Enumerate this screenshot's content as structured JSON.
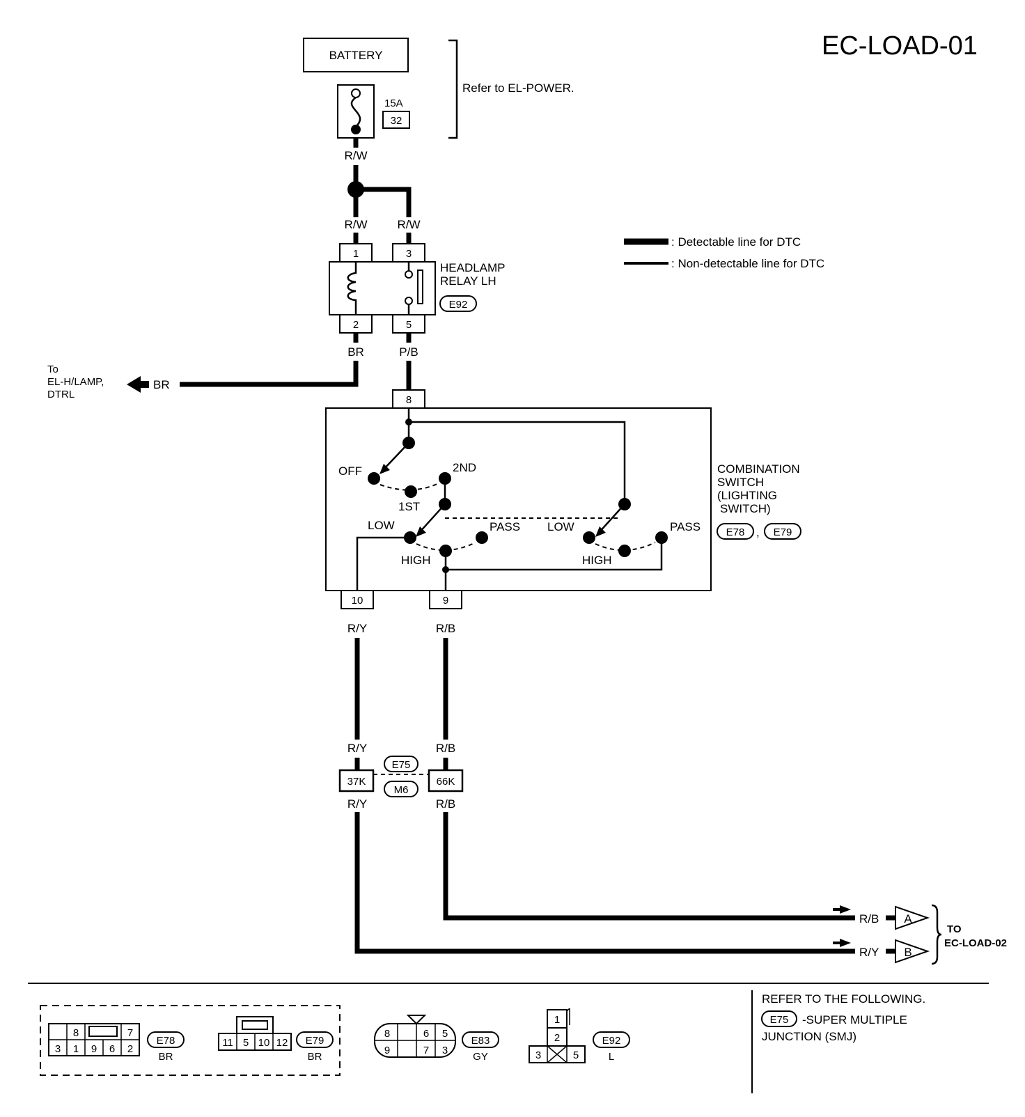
{
  "title": "EC-LOAD-01",
  "battery": {
    "label": "BATTERY",
    "fuse_rating": "15A",
    "fuse_number": "32",
    "refer_note": "Refer to EL-POWER."
  },
  "legend": {
    "detectable": ": Detectable line for DTC",
    "non_detectable": ": Non-detectable line for DTC"
  },
  "wires": {
    "rw": "R/W",
    "br": "BR",
    "pb": "P/B",
    "ry": "R/Y",
    "rb": "R/B"
  },
  "relay": {
    "name_line1": "HEADLAMP",
    "name_line2": "RELAY LH",
    "connector": "E92",
    "pins": [
      "1",
      "3",
      "2",
      "5"
    ]
  },
  "external": {
    "to_line1": "To",
    "to_line2": "EL-H/LAMP,",
    "to_line3": "DTRL"
  },
  "switch": {
    "name_line1": "COMBINATION",
    "name_line2": "SWITCH",
    "name_line3": "(LIGHTING",
    "name_line4": "SWITCH)",
    "connector_1": "E78",
    "connector_2": "E79",
    "comma": ",",
    "pin_in": "8",
    "pin_out_1": "10",
    "pin_out_2": "9",
    "positions": {
      "off": "OFF",
      "first": "1ST",
      "second": "2ND",
      "low": "LOW",
      "high": "HIGH",
      "pass": "PASS"
    }
  },
  "junction": {
    "connector_1": "E75",
    "connector_2": "M6",
    "pin_1": "37K",
    "pin_2": "66K"
  },
  "outputs": {
    "a": "A",
    "b": "B",
    "to_label": "TO",
    "to_target": "EC-LOAD-02"
  },
  "connectors": {
    "e78": {
      "id": "E78",
      "color": "BR",
      "top": [
        "8",
        "7"
      ],
      "bottom": [
        "3",
        "1",
        "9",
        "6",
        "2"
      ]
    },
    "e79": {
      "id": "E79",
      "color": "BR",
      "pins": [
        "11",
        "5",
        "10",
        "12"
      ]
    },
    "e83": {
      "id": "E83",
      "color": "GY",
      "top": [
        "8",
        "6",
        "5"
      ],
      "bottom": [
        "9",
        "7",
        "3"
      ]
    },
    "e92": {
      "id": "E92",
      "color": "L",
      "pins": [
        "1",
        "2",
        "3",
        "5"
      ]
    }
  },
  "refer": {
    "heading": "REFER TO THE FOLLOWING.",
    "connector": "E75",
    "desc_line1": "-SUPER MULTIPLE",
    "desc_line2": "JUNCTION (SMJ)"
  }
}
